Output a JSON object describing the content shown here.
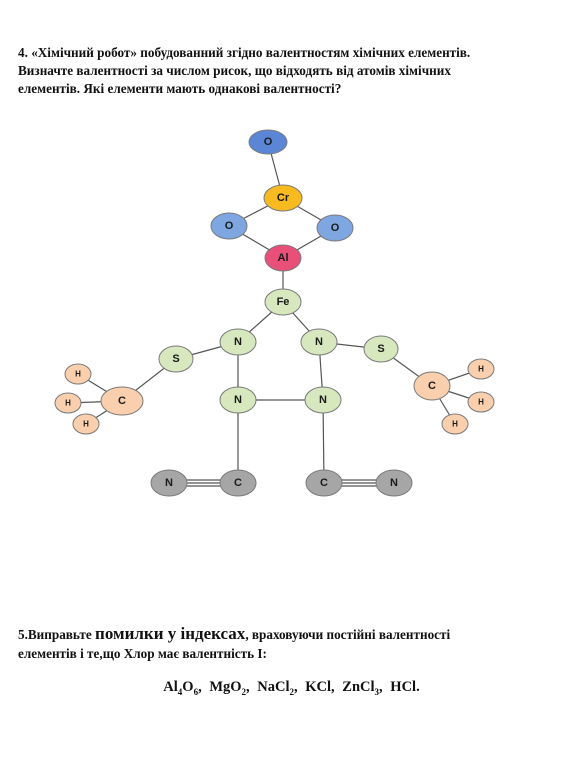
{
  "task4": {
    "line1": "4. «Хімічний робот»  побудованний згідно валентностям хімічних елементів.",
    "line2": "Визначте валентності за числом рисок, що відходять від атомів хімічних",
    "line3": "елементів. Які елементи мають однакові валентності?"
  },
  "molecule": {
    "colors": {
      "O": "#5b86d6",
      "Cr": "#f7bb1f",
      "O_light": "#7ea6e0",
      "Al": "#e8507a",
      "green": "#d7e8bf",
      "peach": "#f9cfae",
      "gray": "#a6a6a6"
    },
    "atoms": [
      {
        "id": "o_top",
        "label": "O",
        "color": "O"
      },
      {
        "id": "cr",
        "label": "Cr",
        "color": "Cr"
      },
      {
        "id": "o_left",
        "label": "O",
        "color": "O_light"
      },
      {
        "id": "o_right",
        "label": "O",
        "color": "O_light"
      },
      {
        "id": "al",
        "label": "Al",
        "color": "Al"
      },
      {
        "id": "fe",
        "label": "Fe",
        "color": "green"
      },
      {
        "id": "n1",
        "label": "N",
        "color": "green"
      },
      {
        "id": "n2",
        "label": "N",
        "color": "green"
      },
      {
        "id": "s_left",
        "label": "S",
        "color": "green"
      },
      {
        "id": "s_right",
        "label": "S",
        "color": "green"
      },
      {
        "id": "n3",
        "label": "N",
        "color": "green"
      },
      {
        "id": "n4",
        "label": "N",
        "color": "green"
      },
      {
        "id": "c_left",
        "label": "C",
        "color": "peach"
      },
      {
        "id": "c_right",
        "label": "C",
        "color": "peach"
      },
      {
        "id": "h_l1",
        "label": "H",
        "color": "peach"
      },
      {
        "id": "h_l2",
        "label": "H",
        "color": "peach"
      },
      {
        "id": "h_l3",
        "label": "H",
        "color": "peach"
      },
      {
        "id": "h_r1",
        "label": "H",
        "color": "peach"
      },
      {
        "id": "h_r2",
        "label": "H",
        "color": "peach"
      },
      {
        "id": "h_r3",
        "label": "H",
        "color": "peach"
      },
      {
        "id": "n5",
        "label": "N",
        "color": "gray"
      },
      {
        "id": "c5",
        "label": "C",
        "color": "gray"
      },
      {
        "id": "c6",
        "label": "C",
        "color": "gray"
      },
      {
        "id": "n6",
        "label": "N",
        "color": "gray"
      }
    ],
    "bonds": [
      [
        "o_top",
        "cr",
        1
      ],
      [
        "cr",
        "o_left",
        1
      ],
      [
        "cr",
        "o_right",
        1
      ],
      [
        "o_left",
        "al",
        1
      ],
      [
        "o_right",
        "al",
        1
      ],
      [
        "al",
        "fe",
        1
      ],
      [
        "fe",
        "n1",
        1
      ],
      [
        "fe",
        "n2",
        1
      ],
      [
        "n1",
        "s_left",
        1
      ],
      [
        "n2",
        "s_right",
        1
      ],
      [
        "s_left",
        "c_left",
        1
      ],
      [
        "s_right",
        "c_right",
        1
      ],
      [
        "c_left",
        "h_l1",
        1
      ],
      [
        "c_left",
        "h_l2",
        1
      ],
      [
        "c_left",
        "h_l3",
        1
      ],
      [
        "c_right",
        "h_r1",
        1
      ],
      [
        "c_right",
        "h_r2",
        1
      ],
      [
        "c_right",
        "h_r3",
        1
      ],
      [
        "n1",
        "n3",
        1
      ],
      [
        "n2",
        "n4",
        1
      ],
      [
        "n3",
        "n4",
        1
      ],
      [
        "n3",
        "c5",
        1
      ],
      [
        "n4",
        "c6",
        1
      ],
      [
        "n5",
        "c5",
        3
      ],
      [
        "c6",
        "n6",
        3
      ]
    ]
  },
  "task5": {
    "part1": "5.Виправьте ",
    "part2": "помилки у індексах",
    "part3": ", враховуючи постійні  валентності",
    "line2": "елементів і те,що Хлор має валентність І:"
  },
  "formulas": [
    [
      {
        "t": "Al"
      },
      {
        "s": "4"
      },
      {
        "t": "O"
      },
      {
        "s": "6"
      },
      {
        "t": ","
      }
    ],
    [
      {
        "t": "MgO"
      },
      {
        "s": "2"
      },
      {
        "t": ","
      }
    ],
    [
      {
        "t": "NaCl"
      },
      {
        "s": "2"
      },
      {
        "t": ","
      }
    ],
    [
      {
        "t": "KCl,"
      }
    ],
    [
      {
        "t": "ZnCl"
      },
      {
        "s": "3"
      },
      {
        "t": ","
      }
    ],
    [
      {
        "t": "HCl."
      }
    ]
  ]
}
